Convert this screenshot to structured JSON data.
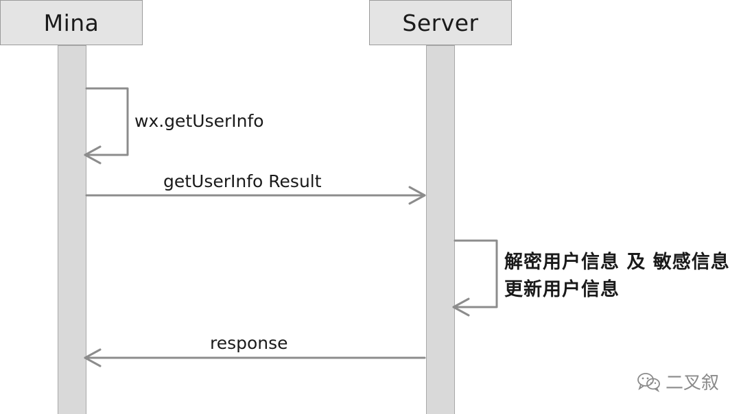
{
  "actors": {
    "mina": "Mina",
    "server": "Server"
  },
  "messages": {
    "self_mina": "wx.getUserInfo",
    "mina_to_server": "getUserInfo Result",
    "self_server_line1": "解密用户信息 及 敏感信息",
    "self_server_line2": "更新用户信息",
    "server_to_mina": "response"
  },
  "watermark": {
    "text": "二叉叙",
    "icon": "wechat-logo-icon"
  },
  "colors": {
    "actor_fill": "#e4e4e4",
    "lifeline_fill": "#d9d9d9",
    "arrow": "#8c8c8c"
  }
}
